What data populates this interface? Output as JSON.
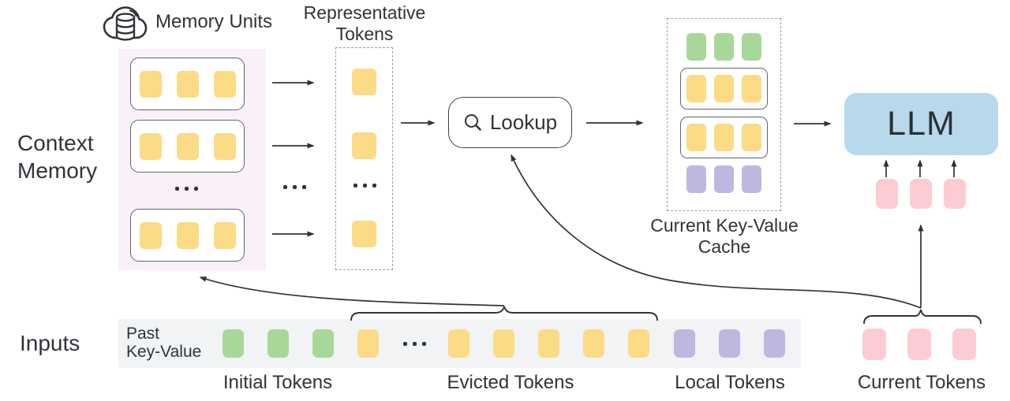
{
  "labels": {
    "memory_units": "Memory Units",
    "representative_tokens": "Representative\nTokens",
    "context_memory": "Context\nMemory",
    "lookup": "Lookup",
    "current_kv_cache": "Current Key-Value\nCache",
    "llm": "LLM",
    "inputs": "Inputs",
    "past_key_value": "Past\nKey-Value",
    "initial_tokens": "Initial Tokens",
    "evicted_tokens": "Evicted Tokens",
    "local_tokens": "Local Tokens",
    "current_tokens": "Current Tokens"
  },
  "palette": {
    "yellow": "#fbdb85",
    "green": "#a8d79a",
    "purple": "#bdb8e0",
    "pink": "#fbcdd2",
    "blue": "#b7d9eb",
    "panel_pink": "#faf0f8",
    "strip_gray": "#f1f3f4",
    "ink": "#2f343a",
    "dash_gray": "#9ba1a8",
    "unit_border": "#60666d"
  },
  "memory_unit_tokens": [
    "yellow",
    "yellow",
    "yellow"
  ],
  "representative_column": [
    "yellow",
    "yellow",
    "dots",
    "yellow"
  ],
  "cache_rows": [
    {
      "style": "plain",
      "color": "green",
      "count": 3
    },
    {
      "style": "boxed",
      "color": "yellow",
      "count": 3
    },
    {
      "style": "boxed",
      "color": "yellow",
      "count": 3
    },
    {
      "style": "plain",
      "color": "purple",
      "count": 3
    }
  ],
  "input_strip_tokens": [
    "green",
    "green",
    "green",
    "yellow",
    "dots",
    "yellow",
    "yellow",
    "yellow",
    "yellow",
    "yellow",
    "purple",
    "purple",
    "purple"
  ],
  "current_input_tokens": [
    "pink",
    "pink",
    "pink"
  ],
  "llm_input_tokens": [
    "pink",
    "pink",
    "pink"
  ]
}
